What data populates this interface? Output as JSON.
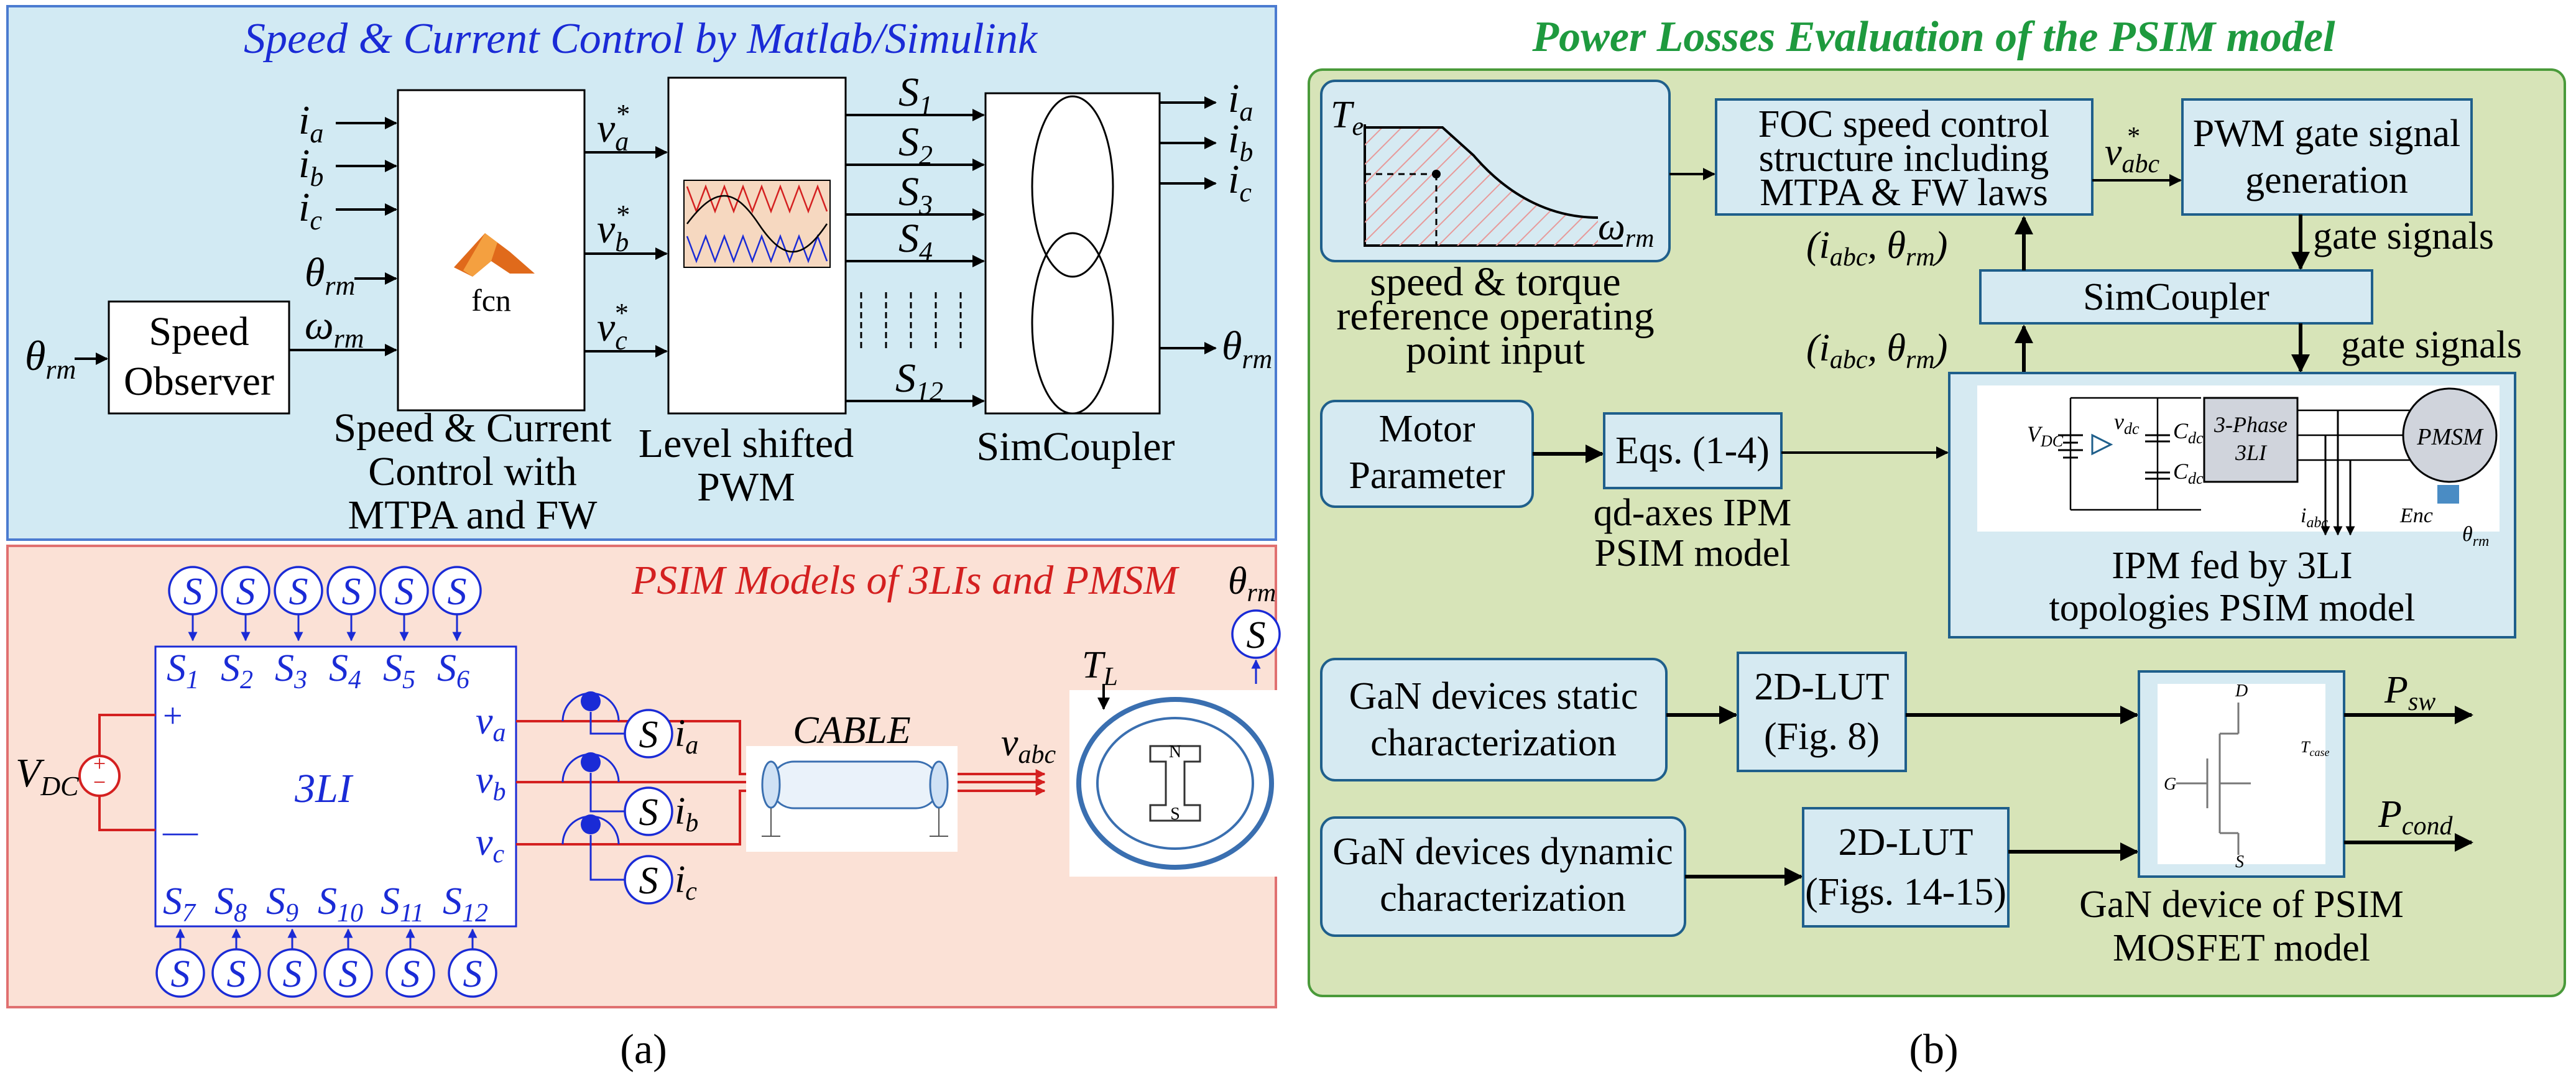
{
  "captions": {
    "a": "(a)",
    "b": "(b)"
  },
  "panel_a": {
    "top_title": "Speed & Current Control by Matlab/Simulink",
    "speed_observer": [
      "Speed",
      "Observer"
    ],
    "fcn_label": "fcn",
    "fcn_caption": [
      "Speed & Current",
      "Control with",
      "MTPA and FW"
    ],
    "pwm_caption": [
      "Level shifted",
      "PWM"
    ],
    "simcoupler_caption": "SimCoupler",
    "s_outputs": [
      "1",
      "2",
      "3",
      "4",
      "12"
    ],
    "bottom_title": "PSIM Models of 3LIs and PMSM",
    "inverter_label": "3LI",
    "s_top": [
      "1",
      "2",
      "3",
      "4",
      "5",
      "6"
    ],
    "s_bottom": [
      "7",
      "8",
      "9",
      "10",
      "11",
      "12"
    ],
    "cable_label": "CABLE",
    "motor_poles": [
      "N",
      "S"
    ],
    "plus": "+",
    "minus": "—",
    "symbols": {
      "i": "i",
      "a": "a",
      "b": "b",
      "c": "c",
      "v": "v",
      "star": "*",
      "S": "S",
      "theta": "θ",
      "omega": "ω",
      "rm": "rm",
      "V": "V",
      "DC": "DC",
      "T": "T",
      "L": "L",
      "abc": "abc"
    }
  },
  "panel_b": {
    "title": "Power Losses Evaluation of the PSIM model",
    "torque_caption": [
      "speed & torque",
      "reference operating",
      "point input"
    ],
    "foc": [
      "FOC speed control",
      "structure including",
      "MTPA & FW laws"
    ],
    "pwm_gate": [
      "PWM gate signal",
      "generation"
    ],
    "gate_signals": "gate signals",
    "simcoupler": "SimCoupler",
    "motor_parameter": [
      "Motor",
      "Parameter"
    ],
    "equations": "Eqs. (1-4)",
    "equations_caption": [
      "qd-axes IPM",
      "PSIM model"
    ],
    "ipm_caption": [
      "IPM fed by 3LI",
      "topologies PSIM model"
    ],
    "ipm_inner": [
      "3-Phase",
      "3LI",
      "PMSM"
    ],
    "enc": "Enc",
    "gan_static": [
      "GaN devices static",
      "characterization"
    ],
    "lut_static": [
      "2D-LUT",
      "(Fig. 8)"
    ],
    "gan_dynamic": [
      "GaN devices dynamic",
      "characterization"
    ],
    "lut_dynamic": [
      "2D-LUT",
      "(Figs. 14-15)"
    ],
    "gan_model_caption": [
      "GaN device of PSIM",
      "MOSFET model"
    ],
    "mosfet_pins": [
      "D",
      "G",
      "S"
    ],
    "symbols": {
      "T": "T",
      "e": "e",
      "omega": "ω",
      "rm": "rm",
      "v": "v",
      "abc": "abc",
      "star": "*",
      "i": "i",
      "theta": "θ",
      "V": "V",
      "DC": "DC",
      "dc": "dc",
      "C": "C",
      "P": "P",
      "sw": "sw",
      "cond": "cond",
      "case": "case"
    }
  }
}
